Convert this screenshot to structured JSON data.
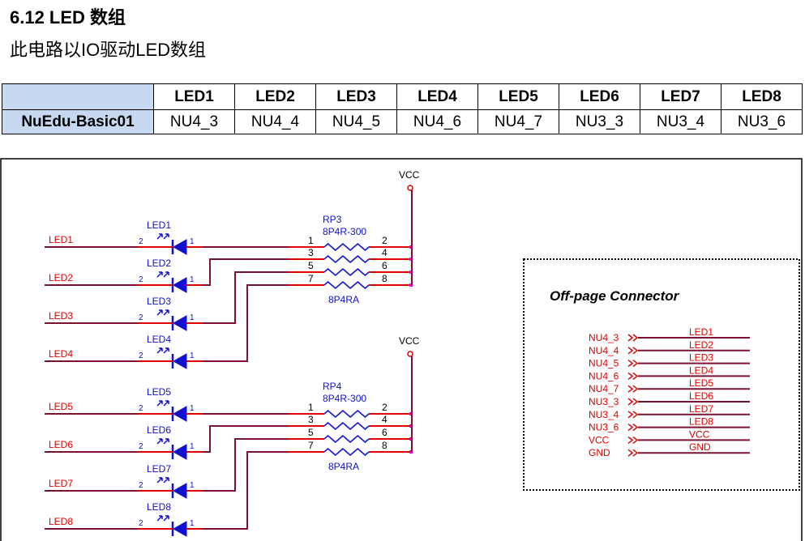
{
  "heading": {
    "title": "6.12  LED 数组",
    "subtitle": "此电路以IO驱动LED数组"
  },
  "table": {
    "header": [
      "LED1",
      "LED2",
      "LED3",
      "LED4",
      "LED5",
      "LED6",
      "LED7",
      "LED8"
    ],
    "row_label": "NuEdu-Basic01",
    "row_values": [
      "NU4_3",
      "NU4_4",
      "NU4_5",
      "NU4_6",
      "NU4_7",
      "NU3_3",
      "NU3_4",
      "NU3_6"
    ]
  },
  "schematic": {
    "vcc_label": "VCC",
    "nets": [
      "LED1",
      "LED2",
      "LED3",
      "LED4",
      "LED5",
      "LED6",
      "LED7",
      "LED8"
    ],
    "leds": [
      "LED1",
      "LED2",
      "LED3",
      "LED4",
      "LED5",
      "LED6",
      "LED7",
      "LED8"
    ],
    "led_pin_anode": "2",
    "led_pin_cathode": "1",
    "rp_groups": [
      {
        "ref": "RP3",
        "value": "8P4R-300",
        "footprint": "8P4RA",
        "left_pins": [
          "1",
          "3",
          "5",
          "7"
        ],
        "right_pins": [
          "2",
          "4",
          "6",
          "8"
        ]
      },
      {
        "ref": "RP4",
        "value": "8P4R-300",
        "footprint": "8P4RA",
        "left_pins": [
          "1",
          "3",
          "5",
          "7"
        ],
        "right_pins": [
          "2",
          "4",
          "6",
          "8"
        ]
      }
    ],
    "connector": {
      "title": "Off-page Connector",
      "inputs": [
        "NU4_3",
        "NU4_4",
        "NU4_5",
        "NU4_6",
        "NU4_7",
        "NU3_3",
        "NU3_4",
        "NU3_6",
        "VCC",
        "GND"
      ],
      "outputs": [
        "LED1",
        "LED2",
        "LED3",
        "LED4",
        "LED5",
        "LED6",
        "LED7",
        "LED8",
        "VCC",
        "GND"
      ]
    },
    "colors": {
      "wire": "#7a1230",
      "red": "#e00000",
      "blue": "#1010d0",
      "pin": "#e000e0",
      "text_red": "#e00000"
    }
  }
}
